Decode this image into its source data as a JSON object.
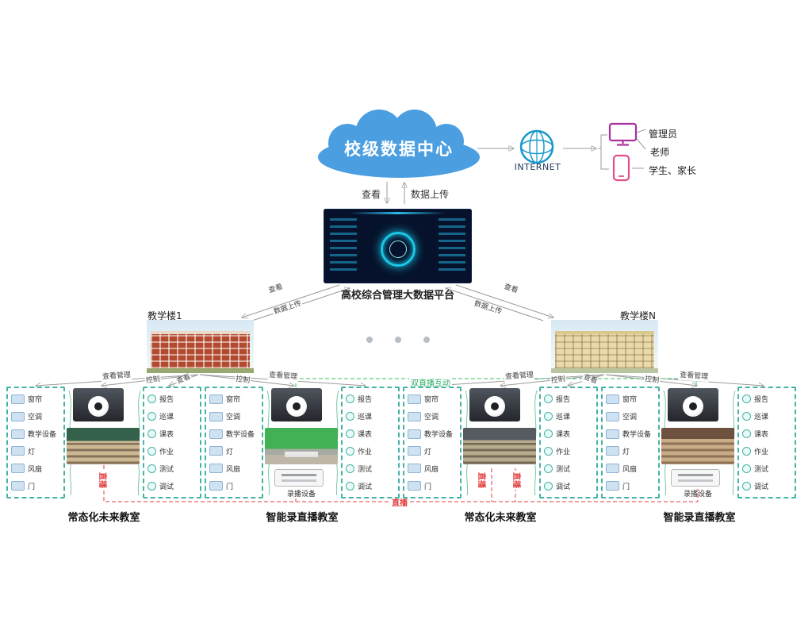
{
  "top": {
    "cloud_label": "校级数据中心",
    "internet_label": "INTERNET",
    "users": [
      {
        "label": "管理员"
      },
      {
        "label": "老师"
      },
      {
        "label": "学生、家长"
      }
    ]
  },
  "platform": {
    "view_label": "查看",
    "upload_label": "数据上传",
    "caption": "高校综合管理大数据平台"
  },
  "buildings": {
    "left": {
      "label": "教学楼1"
    },
    "right": {
      "label": "教学楼N"
    }
  },
  "links": {
    "view": "查看",
    "upload": "数据上传",
    "view_manage": "查看管理",
    "control": "控制",
    "live": "直播",
    "dual_live": "双直播互动"
  },
  "colors": {
    "cloud_blue": "#4b9fe1",
    "panel_teal": "#43b3a4",
    "live_red": "#e23c3c",
    "dual_green": "#27ae60"
  },
  "classrooms": [
    {
      "caption": "常态化未来教室",
      "devices": [
        "窗帘",
        "空调",
        "教学设备",
        "灯",
        "风扇",
        "门"
      ],
      "functions": [
        "报告",
        "巡课",
        "课表",
        "作业",
        "测试",
        "调试"
      ]
    },
    {
      "caption": "智能录直播教室",
      "devices": [
        "窗帘",
        "空调",
        "教学设备",
        "灯",
        "风扇",
        "门"
      ],
      "functions": [
        "报告",
        "巡课",
        "课表",
        "作业",
        "测试",
        "调试"
      ],
      "recorder_caption": "录播设备"
    },
    {
      "caption": "常态化未来教室",
      "devices": [
        "窗帘",
        "空调",
        "教学设备",
        "灯",
        "风扇",
        "门"
      ],
      "functions": [
        "报告",
        "巡课",
        "课表",
        "作业",
        "测试",
        "调试"
      ]
    },
    {
      "caption": "智能录直播教室",
      "devices": [
        "窗帘",
        "空调",
        "教学设备",
        "灯",
        "风扇",
        "门"
      ],
      "functions": [
        "报告",
        "巡课",
        "课表",
        "作业",
        "测试",
        "调试"
      ],
      "recorder_caption": "录播设备"
    }
  ]
}
